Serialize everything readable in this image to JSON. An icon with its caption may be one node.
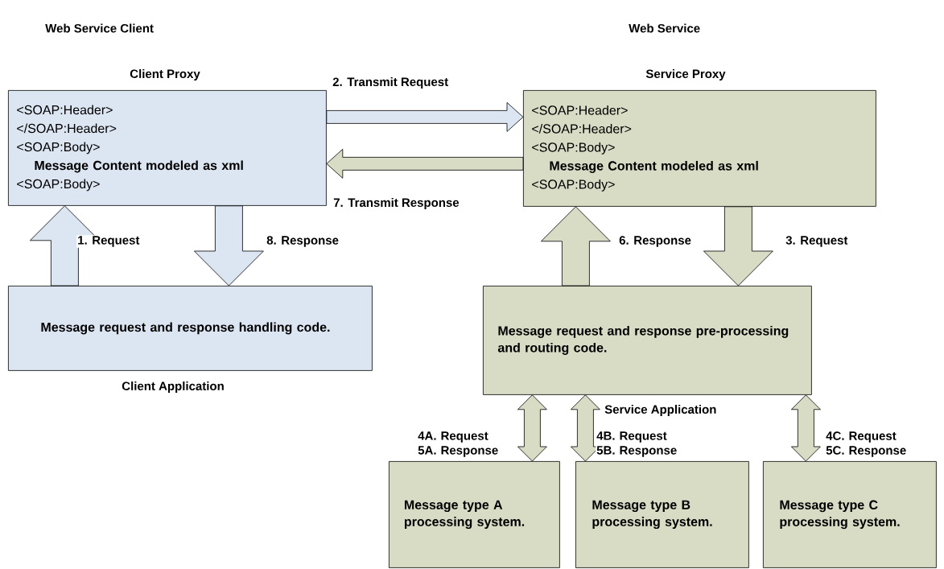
{
  "diagram": {
    "nodes": [
      {
        "text": [
          "Client Proxy",
          "<SOAP:Header>",
          "</SOAP:Header>",
          "<SOAP:Body>",
          "Message Content modeled as xml",
          "<SOAP:Body>"
        ]
      },
      {
        "text": [
          "Service Proxy",
          "<SOAP:Header>",
          "</SOAP:Header>",
          "<SOAP:Body>",
          "Message Content modeled as xml",
          "<SOAP:Body>"
        ]
      },
      {
        "text": [
          "Message request and response handling code."
        ],
        "beside": [
          "Client Application"
        ]
      },
      {
        "text": [
          "Message request and response pre-processing and routing code."
        ],
        "beside": [
          "Service Application"
        ]
      },
      {
        "text": [
          "Message type A processing system."
        ]
      },
      {
        "text": [
          "Message type B processing system."
        ]
      },
      {
        "text": [
          "Message type C processing system."
        ]
      }
    ],
    "edges": [
      {
        "from": 0,
        "to": 1,
        "arrow": "to",
        "label": "2. Transmit Request",
        "color": "#dce6f2"
      },
      {
        "from": 1,
        "to": 0,
        "arrow": "to",
        "label": "7. Transmit Response"
      },
      {
        "from": 2,
        "to": 0,
        "arrow": "to",
        "label": "1. Request",
        "color": "#dce6f2"
      },
      {
        "from": 0,
        "to": 2,
        "arrow": "to",
        "label": "8. Response",
        "color": "#dce6f2"
      },
      {
        "from": 3,
        "to": 1,
        "arrow": "to",
        "label": "6. Response"
      },
      {
        "from": 1,
        "to": 3,
        "arrow": "to",
        "label": "3. Request"
      },
      {
        "from": 3,
        "to": 4,
        "arrow": "both",
        "label": "4A. Request 5A. Response"
      },
      {
        "from": 3,
        "to": 5,
        "arrow": "both",
        "label": "4B. Request 5B. Response"
      },
      {
        "from": 3,
        "to": 6,
        "arrow": "both",
        "label": "4C. Request 5C. Response"
      }
    ],
    "labels": [
      "Web Service Client",
      "Web Service"
    ]
  }
}
